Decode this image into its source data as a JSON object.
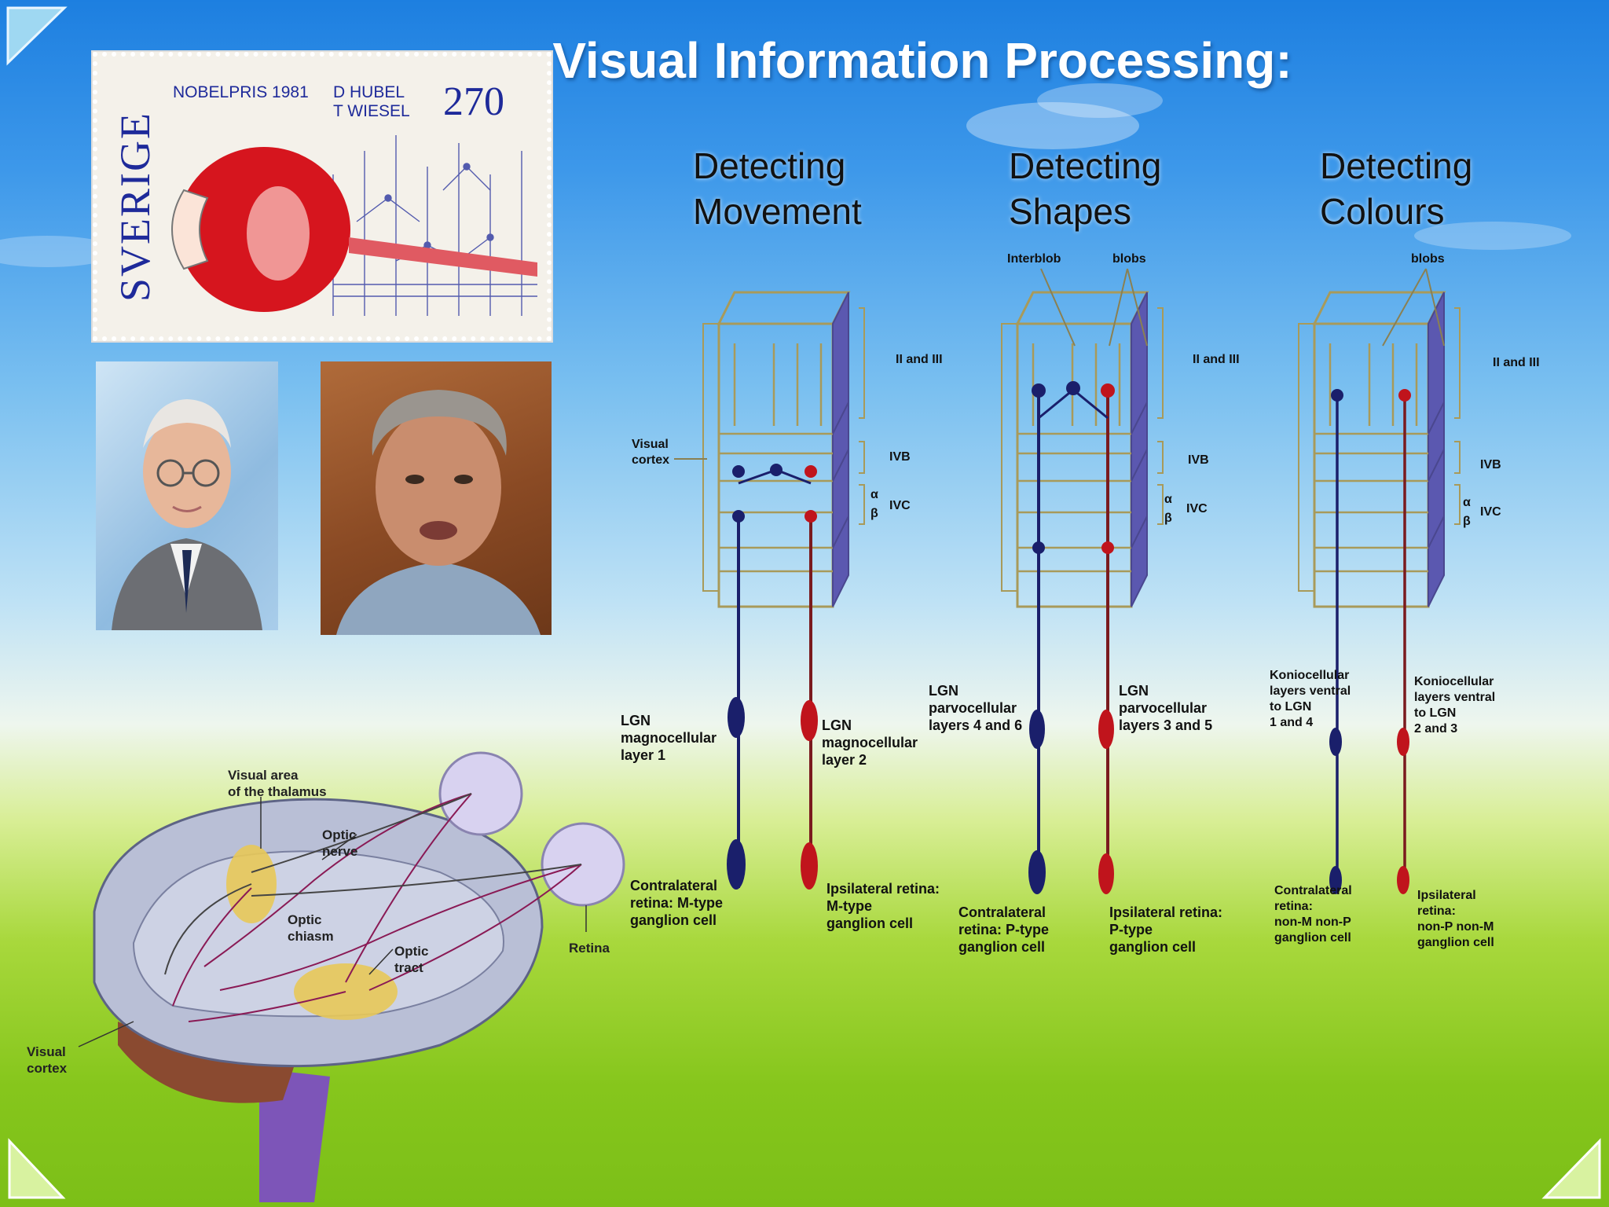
{
  "title": "Visual Information Processing:",
  "stamp": {
    "country": "SVERIGE",
    "event": "NOBELPRIS 1981",
    "laureate1": "D HUBEL",
    "laureate2": "T WIESEL",
    "value": "270"
  },
  "columns": [
    {
      "heading_line1": "Detecting",
      "heading_line2": "Movement",
      "top_labels": [],
      "layer_labels": [
        "II and III",
        "IVB",
        "α",
        "β",
        "IVC"
      ],
      "lgn_left": [
        "LGN",
        "magnocellular",
        "layer 1"
      ],
      "lgn_right": [
        "LGN",
        "magnocellular",
        "layer 2"
      ],
      "retina_left": [
        "Contralateral",
        "retina: M-type",
        "ganglion cell"
      ],
      "retina_right": [
        "Ipsilateral retina:",
        "M-type",
        "ganglion cell"
      ]
    },
    {
      "heading_line1": "Detecting",
      "heading_line2": "Shapes",
      "top_labels": [
        "Interblob",
        "blobs"
      ],
      "layer_labels": [
        "II and III",
        "IVB",
        "α",
        "β",
        "IVC"
      ],
      "lgn_left": [
        "LGN",
        "parvocellular",
        "layers 4 and 6"
      ],
      "lgn_right": [
        "LGN",
        "parvocellular",
        "layers 3 and 5"
      ],
      "retina_left": [
        "Contralateral",
        "retina: P-type",
        "ganglion cell"
      ],
      "retina_right": [
        "Ipsilateral retina:",
        "P-type",
        "ganglion cell"
      ]
    },
    {
      "heading_line1": "Detecting",
      "heading_line2": "Colours",
      "top_labels": [
        "blobs"
      ],
      "layer_labels": [
        "II and III",
        "IVB",
        "α",
        "β",
        "IVC"
      ],
      "lgn_left": [
        "Koniocellular",
        "layers ventral",
        "to LGN",
        "1 and 4"
      ],
      "lgn_right": [
        "Koniocellular",
        "layers ventral",
        "to LGN",
        "2 and 3"
      ],
      "retina_left": [
        "Contralateral",
        "retina:",
        "non-M non-P",
        "ganglion cell"
      ],
      "retina_right": [
        "Ipsilateral",
        "retina:",
        "non-P non-M",
        "ganglion cell"
      ]
    }
  ],
  "visual_cortex_label": [
    "Visual",
    "cortex"
  ],
  "brain_labels": {
    "thalamus": [
      "Visual area",
      "of the thalamus"
    ],
    "optic_nerve": [
      "Optic",
      "nerve"
    ],
    "optic_chiasm": [
      "Optic",
      "chiasm"
    ],
    "optic_tract": [
      "Optic",
      "tract"
    ],
    "retina": "Retina",
    "visual_cortex": [
      "Visual",
      "cortex"
    ]
  },
  "colors": {
    "title": "#ffffff",
    "blue_neuron": "#1a1f6b",
    "red_neuron": "#c0141c",
    "cortex_outline": "#a89a5a",
    "cortex_side": "#5b58b0"
  }
}
